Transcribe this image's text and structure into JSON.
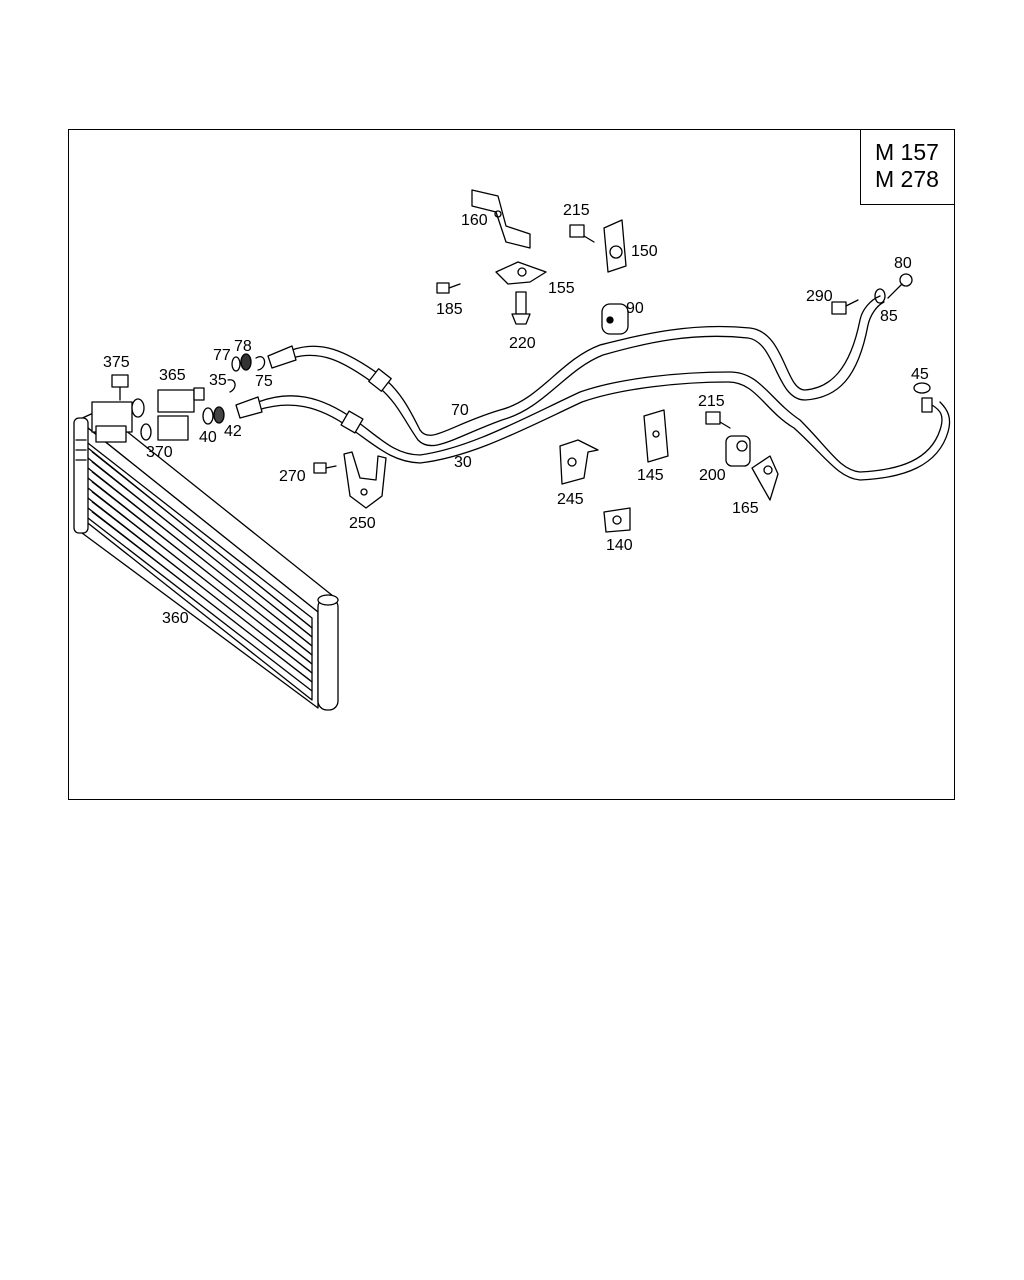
{
  "model_box": {
    "line1": "M 157",
    "line2": "M 278"
  },
  "callouts": {
    "c160": "160",
    "c215a": "215",
    "c150": "150",
    "c155": "155",
    "c185": "185",
    "c220": "220",
    "c90": "90",
    "c80": "80",
    "c290": "290",
    "c85": "85",
    "c375": "375",
    "c365": "365",
    "c77": "77",
    "c78": "78",
    "c35": "35",
    "c75": "75",
    "c370": "370",
    "c40": "40",
    "c42": "42",
    "c70": "70",
    "c30": "30",
    "c45": "45",
    "c215b": "215",
    "c145": "145",
    "c200": "200",
    "c245": "245",
    "c165": "165",
    "c270": "270",
    "c250": "250",
    "c140": "140",
    "c360": "360"
  }
}
